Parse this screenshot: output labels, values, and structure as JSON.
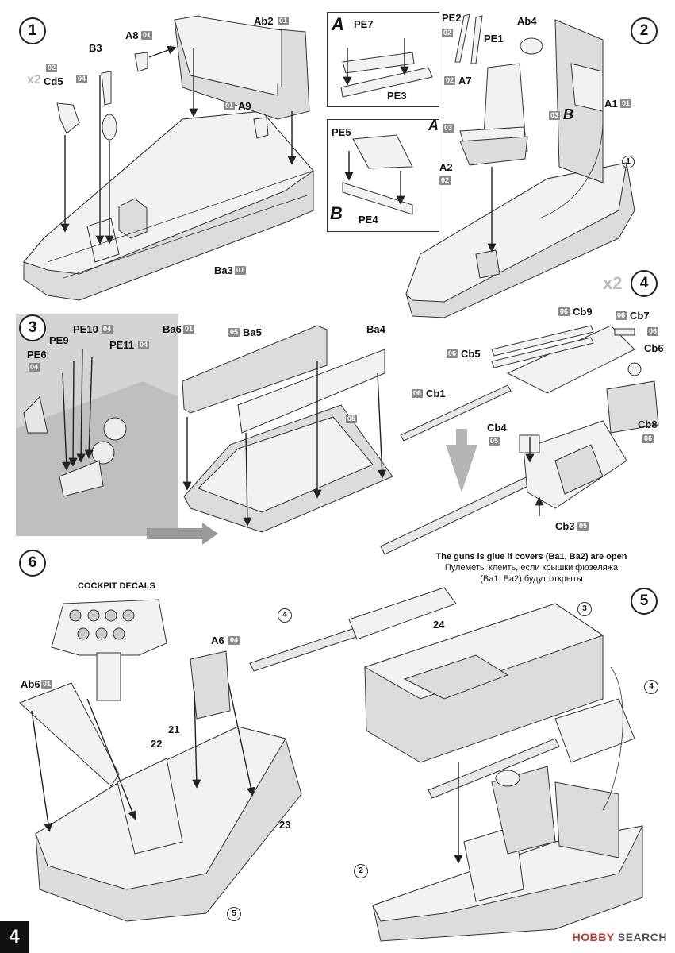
{
  "page": {
    "number": "4",
    "watermark_brand": "HOBBY",
    "watermark_word": "SEARCH"
  },
  "steps": [
    {
      "num": "1"
    },
    {
      "num": "2"
    },
    {
      "num": "3"
    },
    {
      "num": "4",
      "multiplier": "x2"
    },
    {
      "num": "5"
    },
    {
      "num": "6"
    }
  ],
  "step1": {
    "multiplier": "x2",
    "labels": {
      "ab2": "Ab2",
      "ab2_tag": "01",
      "a8": "A8",
      "a8_tag": "01",
      "b3": "B3",
      "b3_tag": "04",
      "cd5": "Cd5",
      "cd5_tag": "02",
      "a9": "A9",
      "a9_tag": "01",
      "ba3": "Ba3",
      "ba3_tag": "01"
    }
  },
  "insets": {
    "a": {
      "letter": "A",
      "pe7": "PE7",
      "pe3": "PE3"
    },
    "b": {
      "letter": "B",
      "pe5": "PE5",
      "pe4": "PE4"
    }
  },
  "step2": {
    "labels": {
      "pe2": "PE2",
      "pe2_tag": "02",
      "pe1": "PE1",
      "ab4": "Ab4",
      "a7": "A7",
      "a7_tag": "02",
      "a_ref": "A",
      "a_ref_tag": "03",
      "b_ref": "B",
      "b_ref_tag": "03",
      "a1": "A1",
      "a1_tag": "01",
      "a2": "A2",
      "a2_tag": "02",
      "step_ref": "1"
    }
  },
  "step3": {
    "labels": {
      "pe9": "PE9",
      "pe10": "PE10",
      "pe10_tag": "04",
      "pe11": "PE11",
      "pe11_tag": "04",
      "pe6": "PE6",
      "pe6_tag": "04",
      "ba6": "Ba6",
      "ba6_tag": "01",
      "ba5": "Ba5",
      "ba5_tag": "05",
      "ba4": "Ba4",
      "ba4_tag": "05"
    }
  },
  "step4": {
    "labels": {
      "cb9": "Cb9",
      "cb9_tag": "06",
      "cb7": "Cb7",
      "cb7_tag": "06",
      "cb7_tag2": "06",
      "cb6": "Cb6",
      "cb5": "Cb5",
      "cb5_tag": "06",
      "cb1": "Cb1",
      "cb1_tag": "06",
      "cb8": "Cb8",
      "cb8_tag": "06",
      "cb4": "Cb4",
      "cb4_tag": "05",
      "cb3": "Cb3",
      "cb3_tag": "05"
    },
    "note_en": "The guns is glue  if covers (Ba1, Ba2) are open",
    "note_ru_1": "Пулеметы клеить, если крышки фюзеляжа",
    "note_ru_2": "(Ba1, Ba2)  будут открыты"
  },
  "step5": {
    "refs": {
      "r4a": "4",
      "r24": "24",
      "r3": "3",
      "r4b": "4",
      "r2": "2"
    }
  },
  "step6": {
    "decals_title": "COCKPIT DECALS",
    "labels": {
      "a6": "A6",
      "a6_tag": "04",
      "ab6": "Ab6",
      "ab6_tag": "01",
      "r21": "21",
      "r22": "22",
      "r23": "23",
      "r5": "5"
    }
  }
}
